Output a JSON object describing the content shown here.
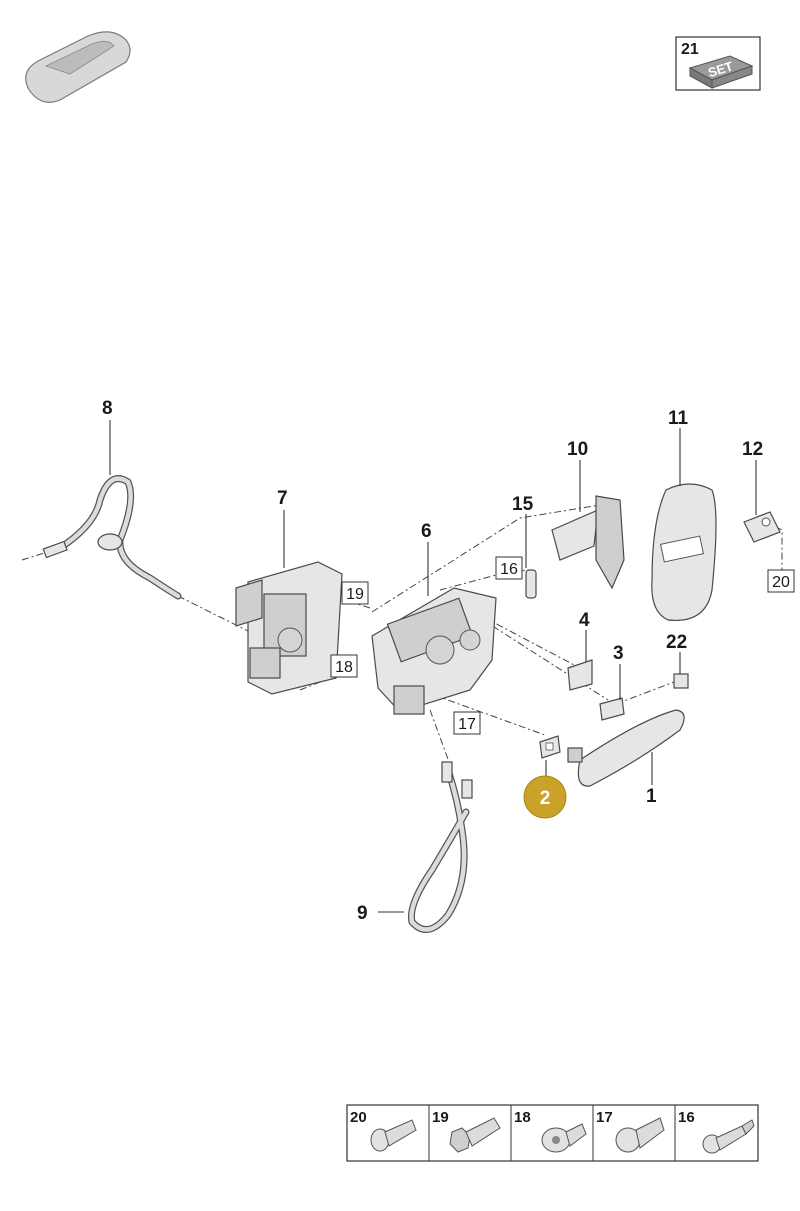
{
  "colors": {
    "highlight": "#c9a227",
    "part_fill": "#e6e6e6",
    "outline": "#4a4a4a"
  },
  "set_badge": {
    "number": "21",
    "text": "SET"
  },
  "callouts": {
    "c1": "1",
    "c2": "2",
    "c3": "3",
    "c4": "4",
    "c6": "6",
    "c7": "7",
    "c8": "8",
    "c9": "9",
    "c10": "10",
    "c11": "11",
    "c12": "12",
    "c15": "15",
    "c22": "22"
  },
  "boxed_refs": {
    "b16": "16",
    "b17": "17",
    "b18": "18",
    "b19": "19",
    "b20": "20"
  },
  "highlighted_callout": "2",
  "fastener_table": [
    {
      "number": "20",
      "icon": "flat-head-bolt-icon"
    },
    {
      "number": "19",
      "icon": "hex-flange-bolt-icon"
    },
    {
      "number": "18",
      "icon": "torx-screw-icon"
    },
    {
      "number": "17",
      "icon": "round-head-bolt-icon"
    },
    {
      "number": "16",
      "icon": "shoulder-bolt-icon"
    }
  ]
}
